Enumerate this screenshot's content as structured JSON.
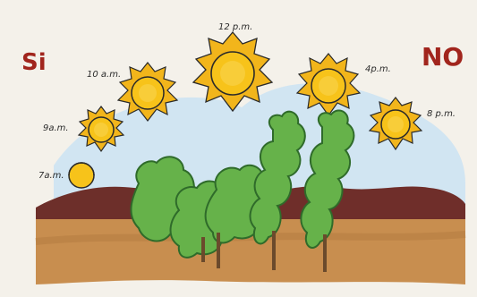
{
  "labels": {
    "si": "Si",
    "no": "NO",
    "times": [
      "7a.m.",
      "9a.m.",
      "10 a.m.",
      "12 p.m.",
      "4p.m.",
      "8 p.m."
    ]
  },
  "colors": {
    "si": "#a1251d",
    "no": "#a1251d",
    "sun_core": "#f7c31a",
    "sun_ray": "#f2b51b",
    "sky": "#cfe4f2",
    "mountain": "#6d2f2a",
    "ground": "#c88e4f",
    "tree": "#66b24a",
    "tree_dark": "#2f6b2a"
  },
  "icons": [
    "sun-icon",
    "tree-icon",
    "mountain-icon"
  ]
}
